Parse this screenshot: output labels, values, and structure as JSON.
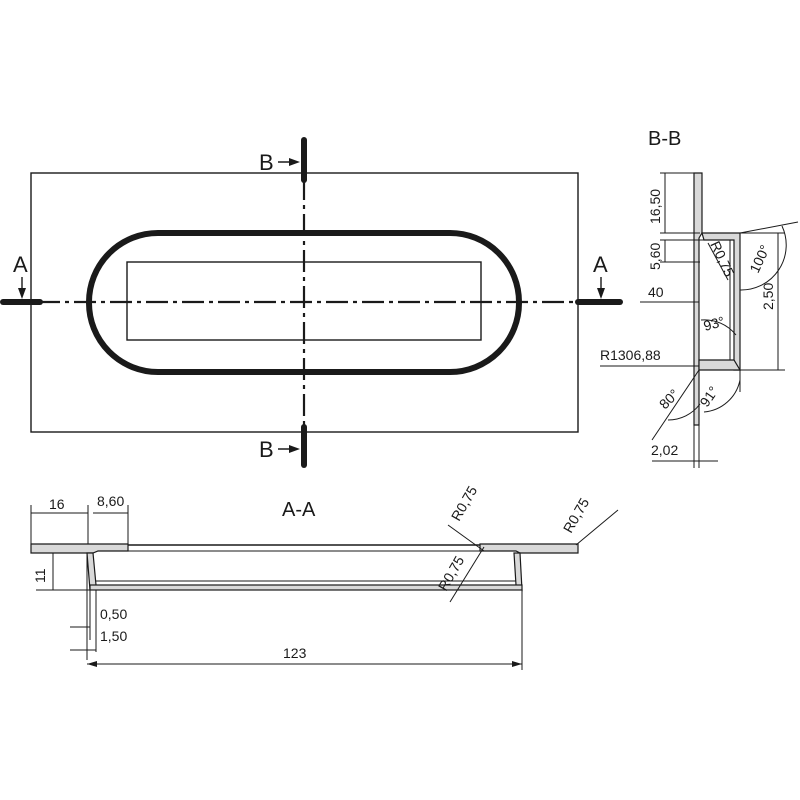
{
  "views": {
    "top": {
      "section_a": "A",
      "section_b": "B"
    },
    "section_aa": {
      "title": "A-A",
      "dims": [
        "16",
        "8,60",
        "11",
        "0,50",
        "1,50",
        "123",
        "R0,75",
        "R0,75",
        "R0,75"
      ]
    },
    "section_bb": {
      "title": "B-B",
      "dims": [
        "16,50",
        "5,60",
        "R0,75",
        "100°",
        "2,50",
        "40",
        "93°",
        "R1306,88",
        "80°",
        "91°",
        "2,02"
      ]
    }
  },
  "colors": {
    "line": "#1a1a1a",
    "hatch": "#d9d9d9",
    "background": "#ffffff"
  }
}
